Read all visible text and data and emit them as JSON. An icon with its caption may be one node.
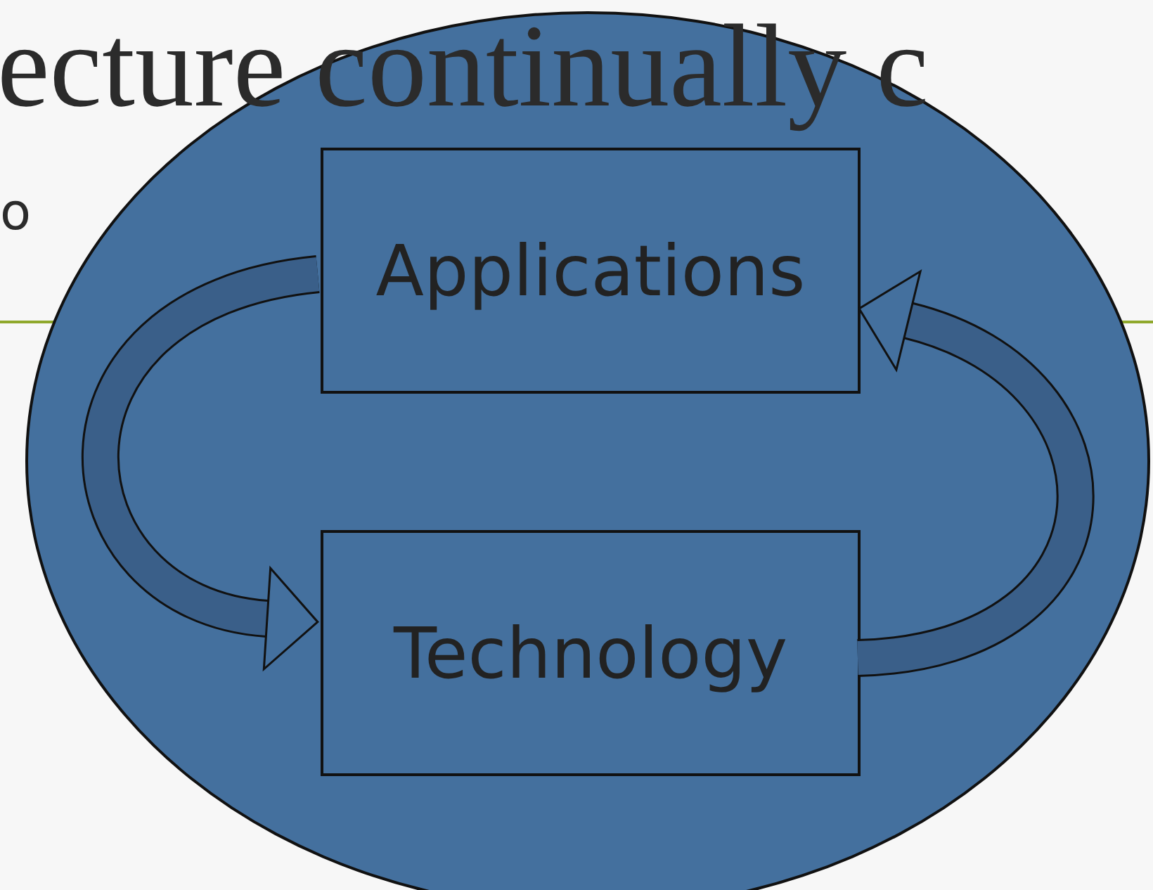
{
  "diagram": {
    "nodes": [
      {
        "text": [],
        "shape": "circle"
      },
      {
        "text": [
          "Applications"
        ],
        "in": 0
      },
      {
        "text": [
          "Technology"
        ],
        "in": 0
      }
    ],
    "edges": [
      {
        "from": 1,
        "to": 2,
        "arrow": "to"
      },
      {
        "from": 2,
        "to": 1,
        "arrow": "to"
      }
    ],
    "labels": [
      "ecture continually c",
      "o"
    ]
  }
}
